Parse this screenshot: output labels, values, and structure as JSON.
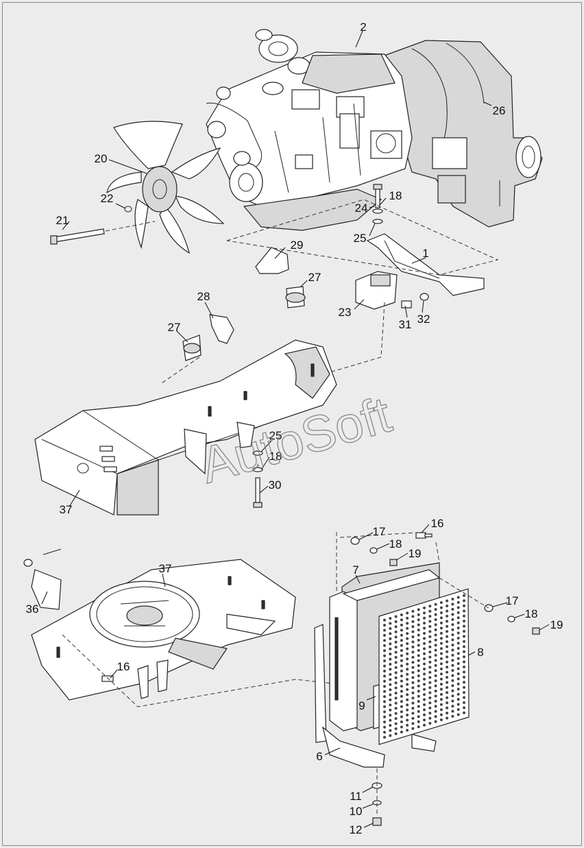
{
  "watermark": "AutoSoft",
  "callouts": [
    "1",
    "2",
    "6",
    "7",
    "8",
    "9",
    "10",
    "11",
    "12",
    "16",
    "16",
    "16",
    "17",
    "17",
    "18",
    "18",
    "18",
    "18",
    "18",
    "19",
    "19",
    "20",
    "21",
    "22",
    "23",
    "24",
    "25",
    "25",
    "26",
    "27",
    "27",
    "28",
    "29",
    "30",
    "31",
    "32",
    "36",
    "37",
    "37"
  ]
}
